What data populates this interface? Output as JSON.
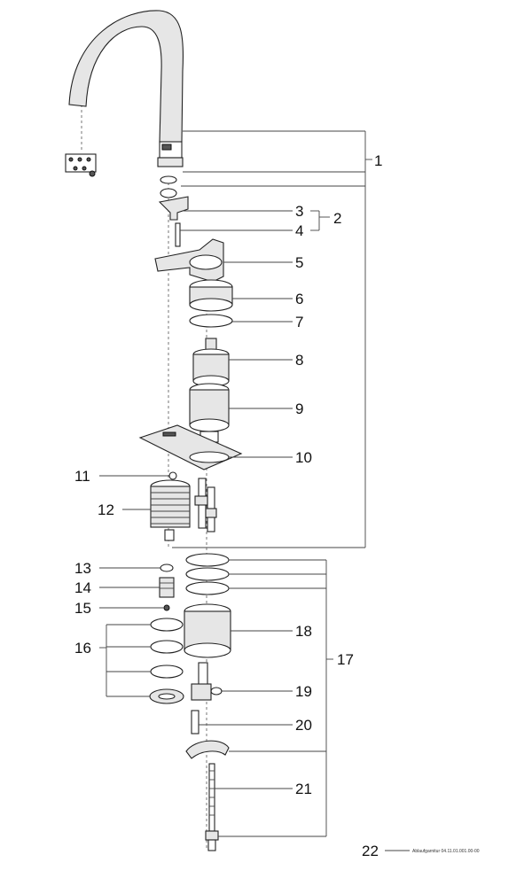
{
  "labels": {
    "l1": "1",
    "l2": "2",
    "l3": "3",
    "l4": "4",
    "l5": "5",
    "l6": "6",
    "l7": "7",
    "l8": "8",
    "l9": "9",
    "l10": "10",
    "l11": "11",
    "l12": "12",
    "l13": "13",
    "l14": "14",
    "l15": "15",
    "l16": "16",
    "l17": "17",
    "l18": "18",
    "l19": "19",
    "l20": "20",
    "l21": "21",
    "l22": "22"
  },
  "note": "Ablaufgarnitur 04.11.01.001.00-00"
}
